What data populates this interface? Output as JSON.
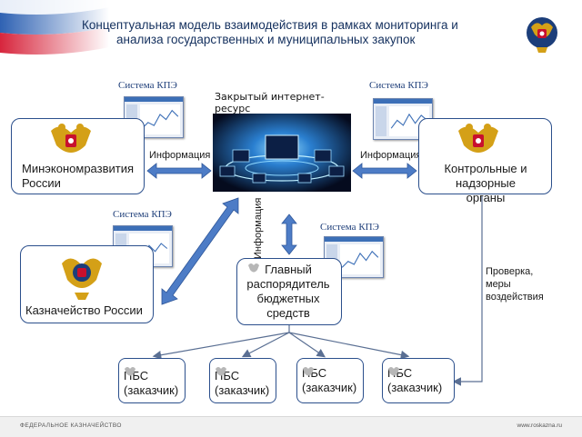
{
  "title": {
    "line1": "Концептуальная модель взаимодействия в рамках мониторинга и",
    "line2": "анализа государственных и муниципальных закупок"
  },
  "kpe_label": "Система КПЭ",
  "info_label": "Информация",
  "center": {
    "label": "Закрытый интернет-ресурс"
  },
  "ministry": {
    "label": "Минэкономразвития России"
  },
  "control": {
    "label": "Контрольные и надзорные органы"
  },
  "treasury": {
    "label": "Казначейство России"
  },
  "gbs": {
    "label": "Главный распорядитель бюджетных средств"
  },
  "check": {
    "label": "Проверка, меры воздействия"
  },
  "pbs": [
    {
      "label": "ПБС (заказчик)"
    },
    {
      "label": "ПБС (заказчик)"
    },
    {
      "label": "ПБС (заказчик)"
    },
    {
      "label": "ПБС (заказчик)"
    }
  ],
  "footer": {
    "left": "ФЕДЕРАЛЬНОЕ КАЗНАЧЕЙСТВО",
    "right": "www.roskazna.ru"
  },
  "colors": {
    "accent": "#2b5fa8",
    "frame": "#2b4f8c",
    "emblem": "#d4a017",
    "emblem_shield": "#c8102e"
  },
  "icons": [
    "russian-flag-icon",
    "coat-of-arms-icon",
    "treasury-emblem-icon",
    "monitor-screenshot-icon",
    "network-hub-image",
    "arrow-icon"
  ]
}
